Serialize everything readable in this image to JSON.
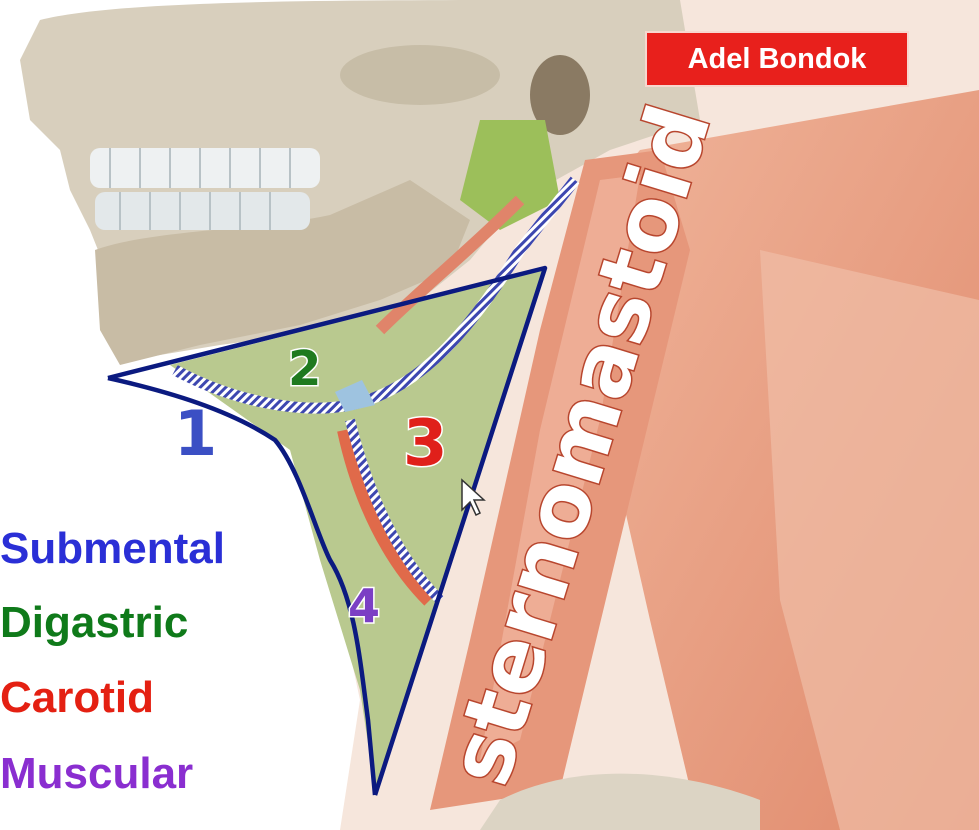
{
  "credit": "Adel Bondok",
  "muscle_label": "sternomastoid",
  "triangle_numbers": [
    {
      "id": "1",
      "label": "1",
      "color": "#3b4fc4"
    },
    {
      "id": "2",
      "label": "2",
      "color": "#1f7a1f"
    },
    {
      "id": "3",
      "label": "3",
      "color": "#e0201a"
    },
    {
      "id": "4",
      "label": "4",
      "color": "#7b3fc4"
    }
  ],
  "legend": [
    {
      "label": "Submental",
      "color": "#2a2fd6"
    },
    {
      "label": "Digastric",
      "color": "#0f7a1a"
    },
    {
      "label": "Carotid",
      "color": "#e42012"
    },
    {
      "label": "Muscular",
      "color": "#8a2ed0"
    }
  ],
  "colors": {
    "skull": "#d7cdb9",
    "bone_shadow": "#b9ad96",
    "muscle": "#e7a289",
    "muscle_light": "#f1c4ae",
    "triangle_fill": "#b8c98e",
    "outline": "#0a1a7a",
    "credit_bg": "#e8201c"
  }
}
